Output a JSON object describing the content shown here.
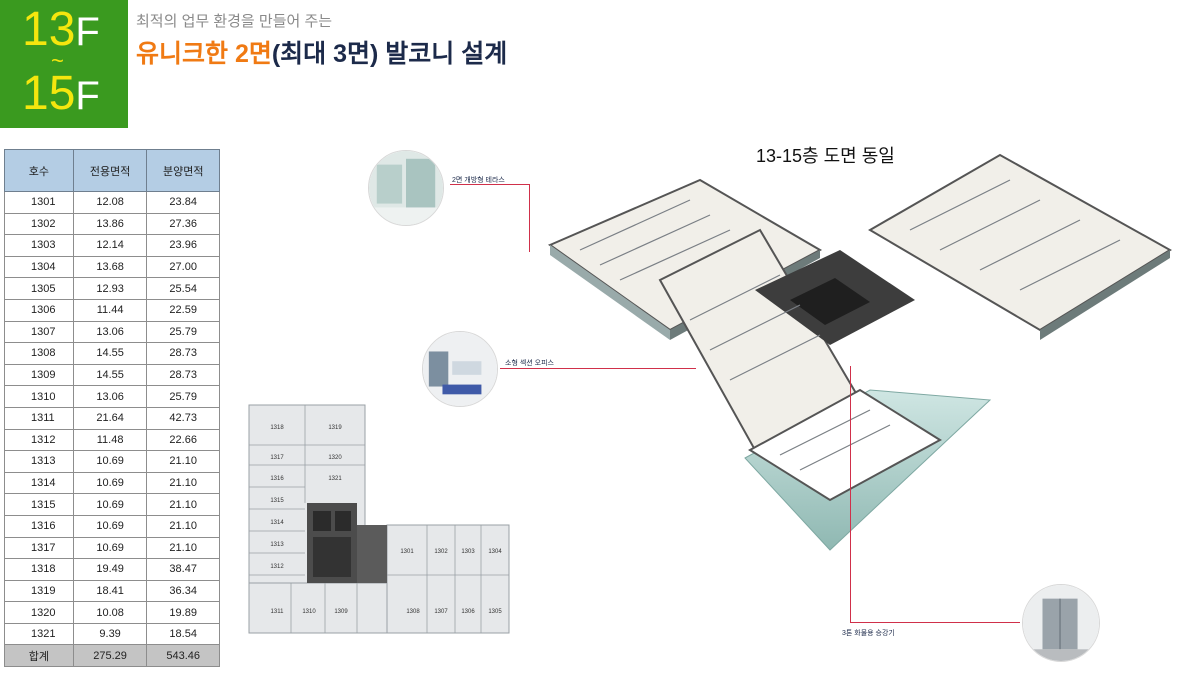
{
  "badge": {
    "floor_from": "13",
    "tilde": "~",
    "floor_to": "15",
    "floor_unit": "F"
  },
  "header": {
    "subtitle": "최적의 업무 환경을 만들어 주는",
    "title_highlight": "유니크한 2면",
    "title_rest": "(최대 3면) 발코니 설계"
  },
  "floor_note": "13-15층 도면 동일",
  "area_table": {
    "headers": [
      "호수",
      "전용면적",
      "분양면적"
    ],
    "rows": [
      [
        "1301",
        "12.08",
        "23.84"
      ],
      [
        "1302",
        "13.86",
        "27.36"
      ],
      [
        "1303",
        "12.14",
        "23.96"
      ],
      [
        "1304",
        "13.68",
        "27.00"
      ],
      [
        "1305",
        "12.93",
        "25.54"
      ],
      [
        "1306",
        "11.44",
        "22.59"
      ],
      [
        "1307",
        "13.06",
        "25.79"
      ],
      [
        "1308",
        "14.55",
        "28.73"
      ],
      [
        "1309",
        "14.55",
        "28.73"
      ],
      [
        "1310",
        "13.06",
        "25.79"
      ],
      [
        "1311",
        "21.64",
        "42.73"
      ],
      [
        "1312",
        "11.48",
        "22.66"
      ],
      [
        "1313",
        "10.69",
        "21.10"
      ],
      [
        "1314",
        "10.69",
        "21.10"
      ],
      [
        "1315",
        "10.69",
        "21.10"
      ],
      [
        "1316",
        "10.69",
        "21.10"
      ],
      [
        "1317",
        "10.69",
        "21.10"
      ],
      [
        "1318",
        "19.49",
        "38.47"
      ],
      [
        "1319",
        "18.41",
        "36.34"
      ],
      [
        "1320",
        "10.08",
        "19.89"
      ],
      [
        "1321",
        "9.39",
        "18.54"
      ]
    ],
    "total": [
      "합계",
      "275.29",
      "543.46"
    ]
  },
  "mini_plan": {
    "left_wing_rooms": [
      "1318",
      "1319",
      "1317",
      "1320",
      "1316",
      "1321",
      "1315",
      "1314",
      "1313",
      "1312"
    ],
    "bottom_left_rooms": [
      "1311",
      "1310",
      "1309"
    ],
    "right_top_rooms": [
      "1301",
      "1302",
      "1303",
      "1304"
    ],
    "right_bottom_rooms": [
      "1308",
      "1307",
      "1306",
      "1305"
    ]
  },
  "callouts": {
    "terrace": "2면 개방형 테라스",
    "office": "소형 섹션 오피스",
    "elevator": "3톤 화물용 승강기"
  },
  "colors": {
    "badge_green": "#3a9a1f",
    "badge_yellow": "#f5e60e",
    "title_orange": "#f07a13",
    "title_navy": "#1c2a4a",
    "table_header": "#b4cde4",
    "leader_red": "#d0304a"
  }
}
